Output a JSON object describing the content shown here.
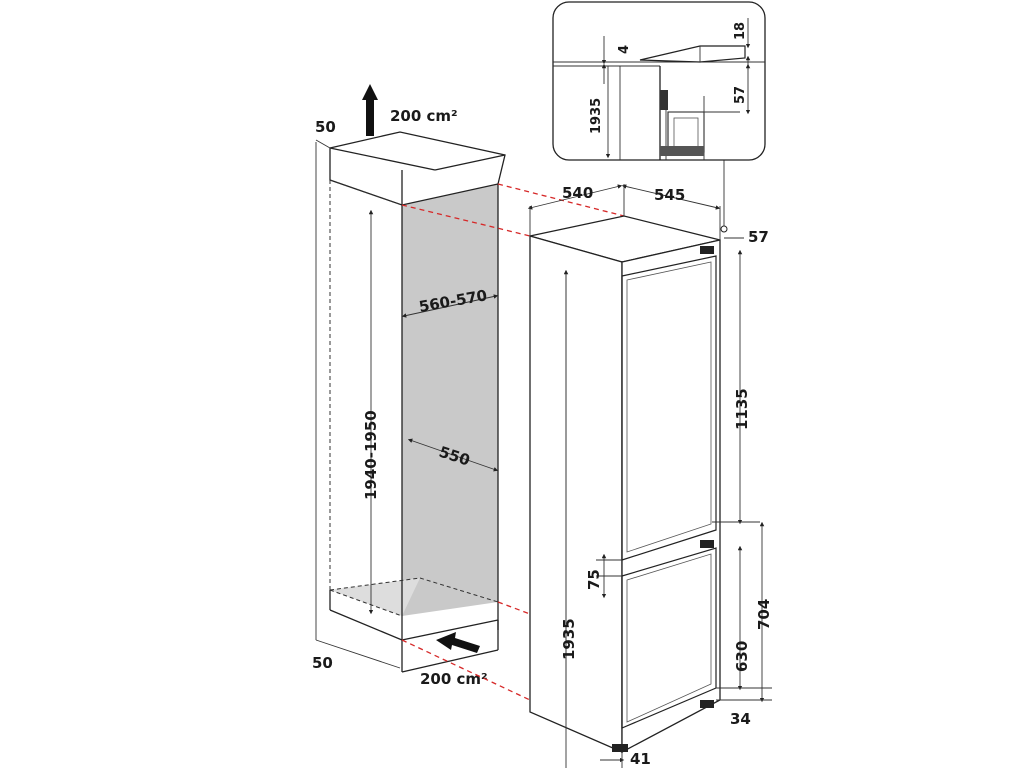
{
  "dimensions": {
    "vent_top_area": "200 cm²",
    "vent_bottom_area": "200 cm²",
    "gap_top": "50",
    "gap_bottom": "50",
    "niche_width": "560-570",
    "niche_depth": "550",
    "niche_height": "1940-1950",
    "appliance_depth": "540",
    "appliance_width": "545",
    "top_clearance": "57",
    "upper_door": "1135",
    "lower_section": "704",
    "door_gap": "75",
    "lower_door": "630",
    "plinth_offset": "34",
    "appliance_height": "1935",
    "base_offset": "41"
  },
  "detail": {
    "d4": "4",
    "d18": "18",
    "d57": "57",
    "d1935": "1935"
  },
  "colors": {
    "line": "#222222",
    "shading": "#c9c9c9",
    "guide": "#d62828"
  }
}
